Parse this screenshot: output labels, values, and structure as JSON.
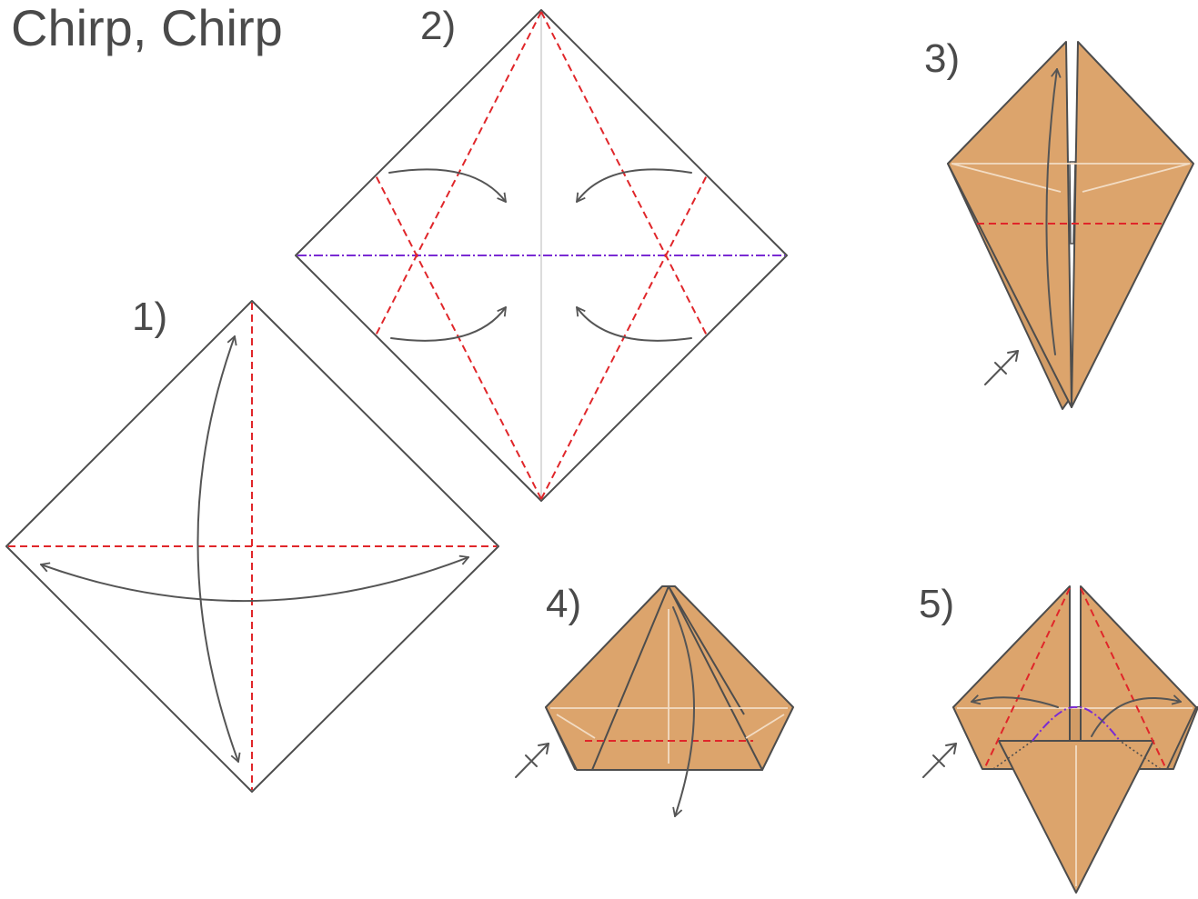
{
  "title": "Chirp, Chirp",
  "steps": [
    {
      "label": "1)"
    },
    {
      "label": "2)"
    },
    {
      "label": "3)"
    },
    {
      "label": "4)"
    },
    {
      "label": "5)"
    }
  ],
  "colors": {
    "paper": "#dca46c",
    "outline": "#4d4d4d",
    "valley_fold": "#e0262a",
    "mountain_fold": "#7a2bd3",
    "text": "#4a4a4a"
  },
  "icons": [
    "fold-arrow-icon",
    "flip-over-icon"
  ]
}
